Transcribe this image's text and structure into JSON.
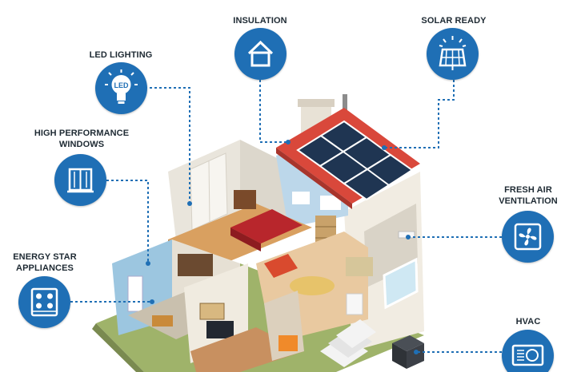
{
  "features": {
    "insulation": {
      "label": "INSULATION",
      "icon": "house-icon"
    },
    "solar": {
      "label": "SOLAR READY",
      "icon": "solar-panel-icon"
    },
    "led": {
      "label": "LED LIGHTING",
      "icon": "led-bulb-icon"
    },
    "windows": {
      "label_line1": "HIGH PERFORMANCE",
      "label_line2": "WINDOWS",
      "icon": "window-icon"
    },
    "ventilation": {
      "label_line1": "FRESH AIR",
      "label_line2": "VENTILATION",
      "icon": "fan-icon"
    },
    "appliances": {
      "label_line1": "ENERGY STAR",
      "label_line2": "APPLIANCES",
      "icon": "stove-icon"
    },
    "hvac": {
      "label": "HVAC",
      "icon": "air-conditioner-icon"
    }
  },
  "led_text": "LED",
  "colors": {
    "badge": "#1f6fb5",
    "connector": "#1f6fb5",
    "text": "#1e2a33"
  }
}
